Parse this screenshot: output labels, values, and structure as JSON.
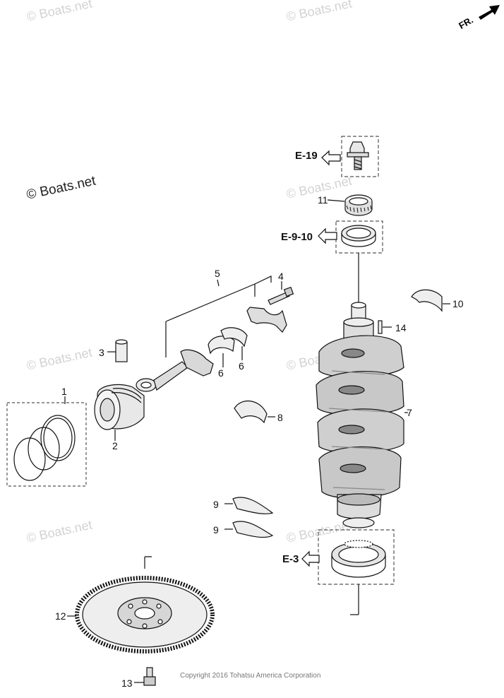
{
  "watermark": "© Boats.net",
  "direction_label": "FR.",
  "copyright": "Copyright 2016 Tohatsu America Corporation",
  "references": {
    "e19": "E-19",
    "e910": "E-9-10",
    "e3": "E-3"
  },
  "callouts": {
    "c1": "1",
    "c2": "2",
    "c3": "3",
    "c4": "4",
    "c5": "5",
    "c6a": "6",
    "c6b": "6",
    "c7": "7",
    "c8": "8",
    "c9a": "9",
    "c9b": "9",
    "c10": "10",
    "c11": "11",
    "c12": "12",
    "c13": "13",
    "c14": "14"
  }
}
